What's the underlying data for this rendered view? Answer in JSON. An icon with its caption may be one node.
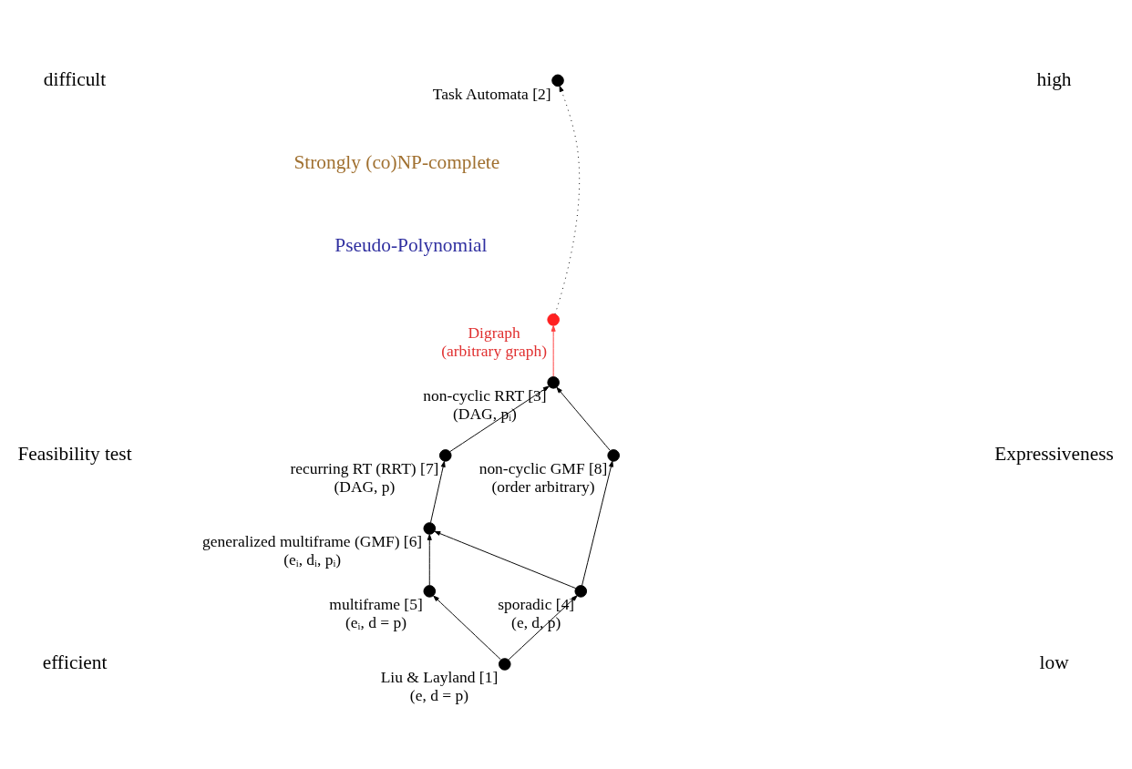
{
  "diagram": {
    "nodes": [
      {
        "text": [],
        "shape": "circle",
        "beside": [
          "Task Automata [2]"
        ]
      },
      {
        "text": [],
        "shape": "circle",
        "beside": [
          "Digraph",
          "(arbitrary graph)"
        ]
      },
      {
        "text": [],
        "shape": "circle",
        "beside": [
          "non-cyclic RRT [3]",
          "(DAG, pᵢ)"
        ]
      },
      {
        "text": [],
        "shape": "circle",
        "beside": [
          "recurring RT (RRT) [7]",
          "(DAG, p)"
        ]
      },
      {
        "text": [],
        "shape": "circle",
        "beside": [
          "non-cyclic GMF [8]",
          "(order arbitrary)"
        ]
      },
      {
        "text": [],
        "shape": "circle",
        "beside": [
          "generalized multiframe (GMF) [6]",
          "(eᵢ, dᵢ, pᵢ)"
        ]
      },
      {
        "text": [],
        "shape": "circle",
        "beside": [
          "multiframe [5]",
          "(eᵢ, d = p)"
        ]
      },
      {
        "text": [],
        "shape": "circle",
        "beside": [
          "sporadic [4]",
          "(e, d, p)"
        ]
      },
      {
        "text": [],
        "shape": "circle",
        "beside": [
          "Liu & Layland [1]",
          "(e, d = p)"
        ]
      }
    ],
    "edges": [
      {
        "from": 1,
        "to": 0,
        "arrow": "to",
        "style": "dashed"
      },
      {
        "from": 2,
        "to": 1,
        "arrow": "to",
        "color": "#ff4040"
      },
      {
        "from": 3,
        "to": 2,
        "arrow": "to"
      },
      {
        "from": 4,
        "to": 2,
        "arrow": "to"
      },
      {
        "from": 5,
        "to": 3,
        "arrow": "to"
      },
      {
        "from": 7,
        "to": 4,
        "arrow": "to"
      },
      {
        "from": 6,
        "to": 5,
        "arrow": "to"
      },
      {
        "from": 7,
        "to": 5,
        "arrow": "to"
      },
      {
        "from": 8,
        "to": 6,
        "arrow": "to"
      },
      {
        "from": 8,
        "to": 7,
        "arrow": "to"
      }
    ],
    "labels": [
      "difficult",
      "high",
      "Strongly (co)NP-complete",
      "Pseudo-Polynomial",
      "Feasibility test",
      "Expressiveness",
      "efficient",
      "low"
    ]
  }
}
